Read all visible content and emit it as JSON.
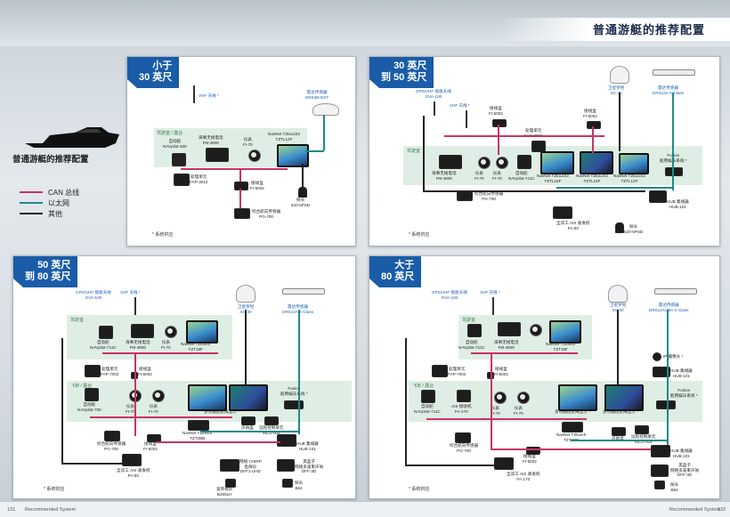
{
  "page_title": "普通游艇的推荐配置",
  "side_title": "普通游艇的推荐配置",
  "legend": [
    {
      "label": "CAN 总线",
      "color": "#c8336a"
    },
    {
      "label": "以太网",
      "color": "#1e8a8a"
    },
    {
      "label": "其他",
      "color": "#222222"
    }
  ],
  "footer": {
    "left_page": "131",
    "left_text": "Recommended System",
    "right_text": "Recommended System",
    "right_page": "132"
  },
  "panels": {
    "p1": {
      "tag": "小于\n30 英尺",
      "note": "* 系统供应",
      "zone": "驾驶室 / 露台",
      "labels": {
        "vhf": "VHF 天线 *",
        "radar": "雷达传感器\nDRS4D-NXT",
        "autopilot": "自动舵\nNAVpilot-300",
        "radio": "海事无线电话\nFM-4800",
        "instrument": "仪表\nFI-70",
        "navnet": "NavNet TZtouch2\nTZTL12F",
        "remote": "处理单元\nFAP-3012",
        "junction": "接线盒\nFI-5002",
        "sensor": "综合航向传感器\nPG-700",
        "transducer": "探头\n520-5PSD"
      }
    },
    "p2": {
      "tag": "30 英尺\n到 50 英尺",
      "note": "* 系统供应",
      "zone": "驾驶室",
      "labels": {
        "gps": "GPS/VHF 接收天线\nGVA-100",
        "vhf": "VHF 天线 *",
        "compass": "卫星罗经\nSC-30",
        "radar": "雷达传感器\nDRS12A X-Class",
        "junction1": "接线盒\nFI-5002",
        "junction2": "接线盒\nFI-5002",
        "remote": "处理单元\nFAP-7002",
        "radio": "海事无线电话\nFM-4800",
        "inst1": "仪表\nFI-70",
        "inst2": "仪表\nFI-70",
        "autopilot": "自动舵\nNAVpilot-711C",
        "mfd1": "NavNet TZtouch2\nTZTL15F",
        "mfd2": "NavNet TZtouch2\nTZTL15F",
        "mfd3": "NavNet TZtouch2\nTZTL12F",
        "fusion": "Fusion\n船用娱乐系统 *",
        "sensor": "综合航向传感器\nPG-700",
        "hub": "HUB 集线器\nHUB-101",
        "ais": "全双工 AIS 收发机\nFA-50",
        "transducer": "探头\n520-5PSD"
      }
    },
    "p3": {
      "tag": "50 英尺\n到 80 英尺",
      "note": "* 系统供应",
      "zone_top": "驾驶室",
      "zone_mid": "飞桥 / 露台",
      "labels": {
        "gps": "GPS/VHF 接收天线\nGVA-100",
        "vhf": "VHF 天线 *",
        "compass": "卫星罗经\nSC-30",
        "radar": "雷达传感器\nDRS12A X-Class",
        "autopilot": "自动舵\nNAVpilot-711C",
        "radio": "海事无线电话\nFM-4800",
        "inst1": "仪表\nFI-70",
        "navnet": "NavNet TZtouch\nTZT15F",
        "remote": "处理单元\nFAP-7002",
        "junction": "接线盒\nFI-5002",
        "autopilot2": "自动舵\nNAVpilot-700",
        "inst2": "仪表\nFI-70",
        "inst3": "仪表\nFI-70",
        "multi": "多点触控航海显示 *",
        "fusion": "Fusion\n船用娱乐系统 *",
        "blackbox": "NavNet TZtouch\nTZT2BB",
        "sensor": "综合航向传感器\nPG-700",
        "junction2": "接线盒\nFI-5002",
        "sounder": "声呐盒",
        "controller": "远程控制单元\nMCU-005",
        "hub": "HUB 集线器\nHUB-101",
        "ais": "全双工 AIS 收发机\nFA-50",
        "chirp": "网络 CHIRP\n鱼探仪\nDFF1-UHD",
        "dff3d": "黑盒子\n网络多波束声呐\nDFF-3D",
        "trans1": "宽带探头\nB265LH",
        "trans2": "探头\nB54"
      }
    },
    "p4": {
      "tag": "大于\n80 英尺",
      "note": "* 系统供应",
      "zone_top": "驾驶室",
      "zone_mid": "飞桥 / 露台",
      "labels": {
        "gps": "GPS/VHF 接收天线\nGVA-100",
        "vhf": "VHF 天线 *",
        "compass": "卫星罗经\nSC-30",
        "radar": "雷达传感器\nDRS12A/25A X-Class",
        "autopilot": "自动舵\nNAVpilot-711C",
        "radio": "海事无线电话\nFM-4800",
        "navnet": "NavNet TZtouch\nTZT15F",
        "camera": "IP 摄像头 *",
        "hub1": "HUB 集线器\nHUB-101",
        "fusion": "Fusion\n船用娱乐系统 *",
        "remote": "处理单元\nFAP-7002",
        "junction": "接线盒\nFI-5002",
        "autopilot2": "自动舵\nNAVpilot-711C",
        "ais_rx": "AIS 接收机\nFA-170",
        "inst1": "仪表\nFI-70",
        "inst2": "仪表\nFI-70",
        "multi1": "多点触控航海显示 *",
        "multi2": "多点触控航海显示 *",
        "blackbox": "NavNet TZtouch\nTZT2BB",
        "sounder": "声呐盒",
        "controller": "远程控制单元\nMCU-005",
        "sensor": "综合航向传感器\nPG-700",
        "junction2": "接线盒\nFI-5002",
        "ais": "全双工 AIS 收发机\nFA-170",
        "hub2": "HUB 集线器\nHUB-101",
        "dff3d": "黑盒子\n网络多波束声呐\nDFF-3D",
        "trans": "探头\nB54"
      }
    }
  }
}
